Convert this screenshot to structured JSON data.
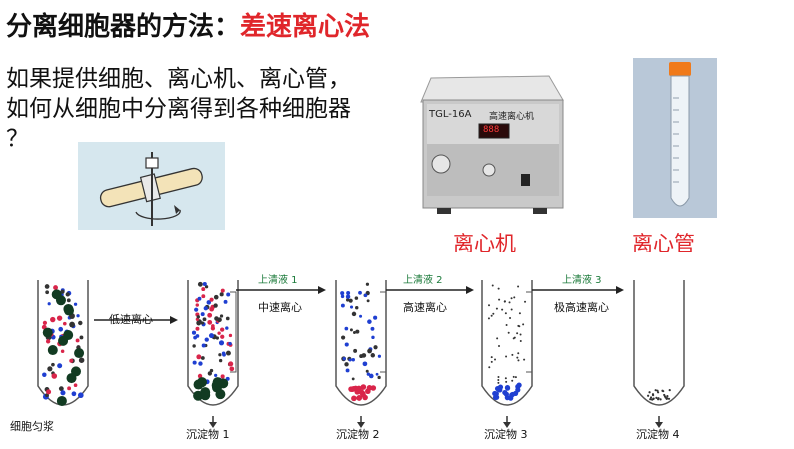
{
  "title": {
    "prefix": "分离细胞器的方法：",
    "method": "差速离心法"
  },
  "question": {
    "line1": "如果提供细胞、离心机、离心管，",
    "line2": "如何从细胞中分离得到各种细胞器",
    "line3": "？"
  },
  "centrifuge": {
    "model_label": "TGL-16A",
    "name_plate": "高速离心机",
    "display": "888",
    "caption": "离心机"
  },
  "tube": {
    "caption": "离心管"
  },
  "diagram": {
    "start_label": "细胞匀浆",
    "steps": [
      {
        "supernatant": "",
        "speed": "低速离心"
      },
      {
        "supernatant": "上清液 1",
        "speed": "中速离心"
      },
      {
        "supernatant": "上清液 2",
        "speed": "高速离心"
      },
      {
        "supernatant": "上清液 3",
        "speed": "极高速离心"
      }
    ],
    "sediments": [
      "沉淀物 1",
      "沉淀物 2",
      "沉淀物 3",
      "沉淀物 4"
    ]
  },
  "colors": {
    "accent_red": "#e0262b",
    "green_label": "#1b7a3a",
    "red_particles": "#d9254a",
    "blue_particles": "#1f3fd1"
  }
}
